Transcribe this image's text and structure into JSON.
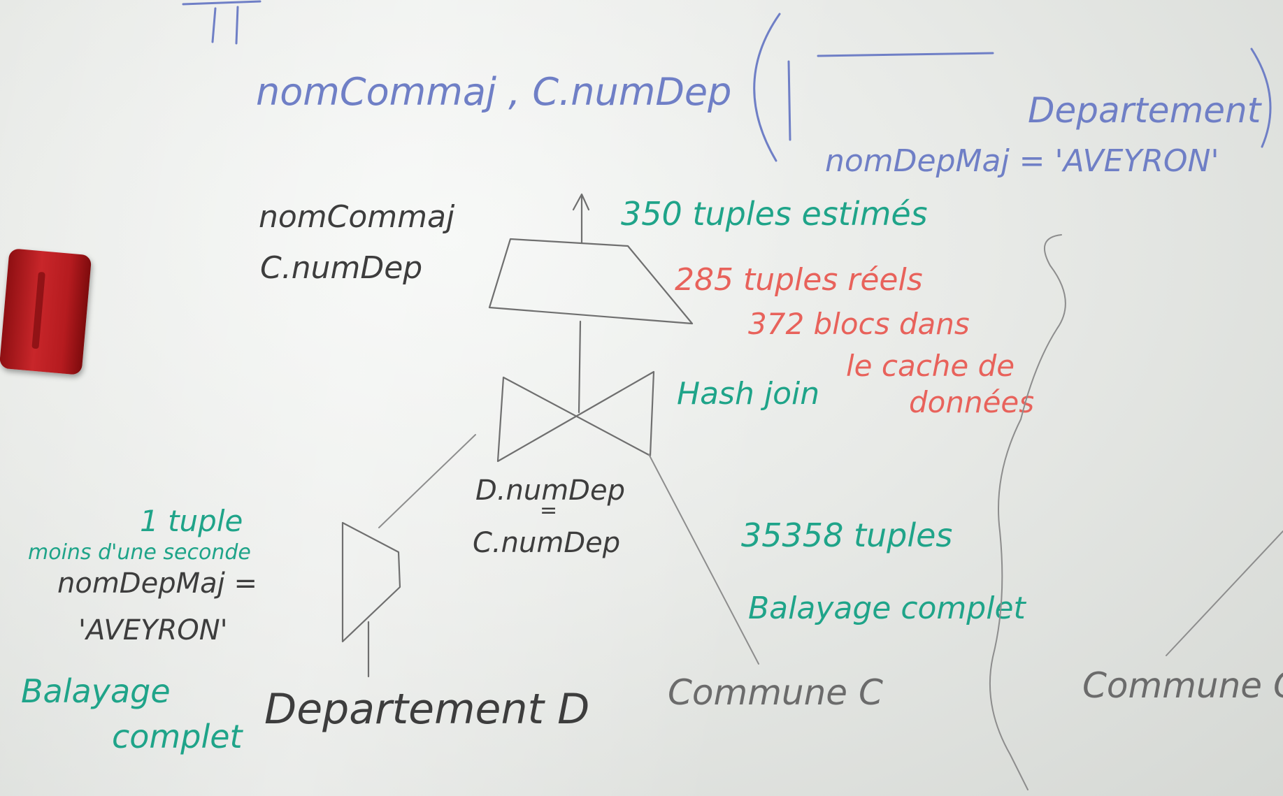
{
  "whiteboard": {
    "formula": {
      "projection_attrs": "nomCommaj , C.numDep",
      "selection_condition": "nomDepMaj = 'AVEYRON'",
      "relation": "Departement"
    },
    "projection": {
      "attr1": "nomCommaj",
      "attr2": "C.numDep"
    },
    "estimates": {
      "estimated": "350 tuples estimés",
      "real": "285 tuples réels",
      "cache_line1": "372 blocs dans",
      "cache_line2": "le cache de",
      "cache_line3": "données"
    },
    "join": {
      "label": "Hash join",
      "cond_left": "D.numDep",
      "cond_eq": "=",
      "cond_right": "C.numDep"
    },
    "left_branch": {
      "count": "1 tuple",
      "time": "moins d'une seconde",
      "cond_line1": "nomDepMaj =",
      "cond_line2": "'AVEYRON'",
      "scan_line1": "Balayage",
      "scan_line2": "complet",
      "relation": "Departement D"
    },
    "right_branch": {
      "count": "35358 tuples",
      "scan": "Balayage complet",
      "relation": "Commune C"
    },
    "far_right": {
      "relation": "Commune C"
    }
  },
  "colors": {
    "blue_marker": "#6f7fc6",
    "teal_marker": "#1fa489",
    "red_marker": "#e8625b",
    "black_marker": "#3d3d3d",
    "eraser": "#c8262a"
  }
}
